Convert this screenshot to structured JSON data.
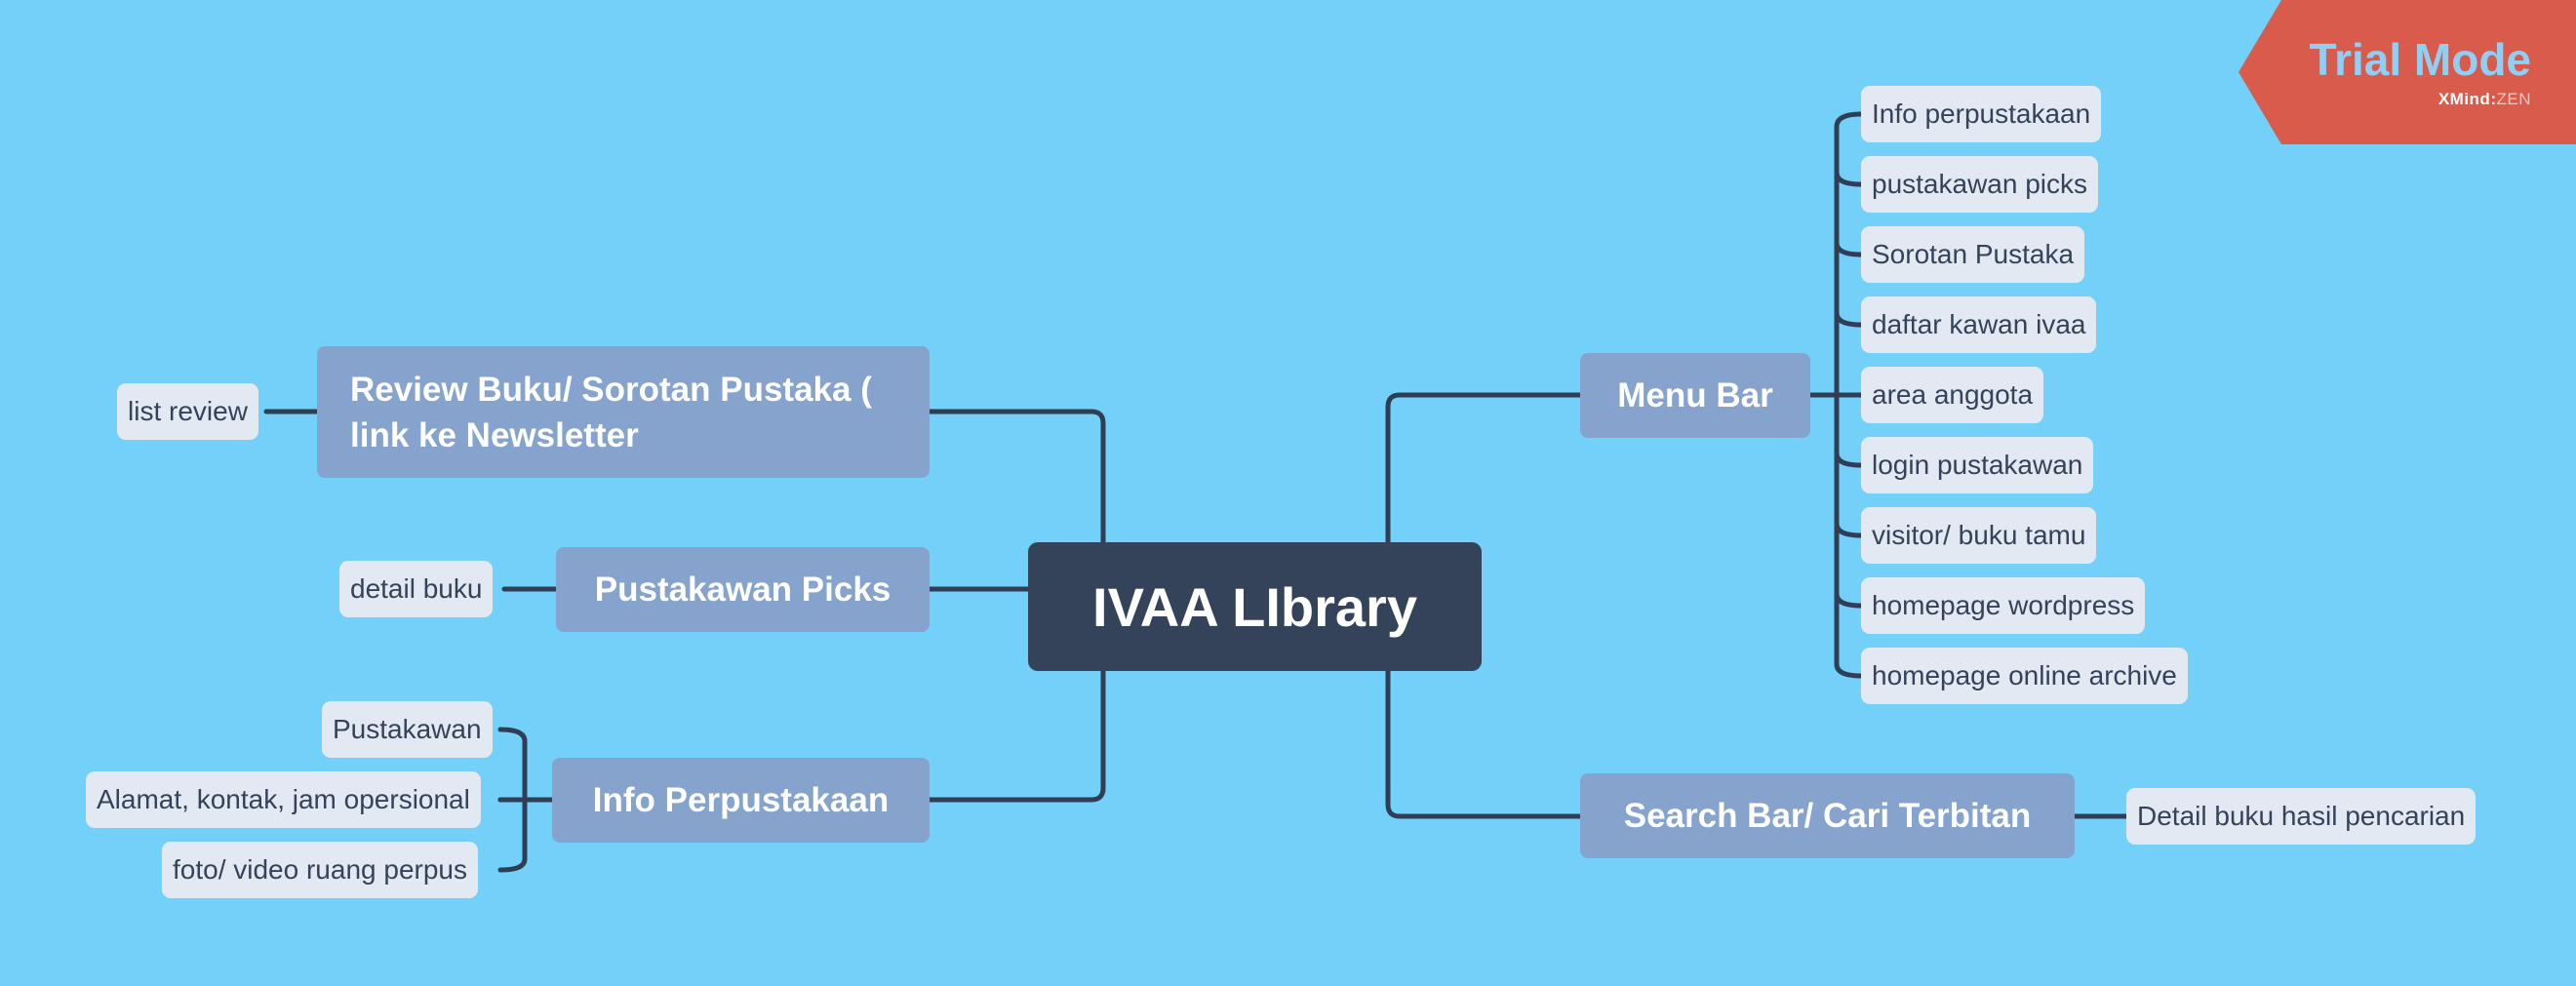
{
  "root": {
    "label": "IVAA LIbrary"
  },
  "branches": {
    "review": {
      "label": "Review Buku/ Sorotan Pustaka ( link ke Newsletter",
      "children": [
        "list review"
      ]
    },
    "picks": {
      "label": "Pustakawan Picks",
      "children": [
        "detail buku"
      ]
    },
    "info": {
      "label": "Info Perpustakaan",
      "children": [
        "Pustakawan",
        "Alamat, kontak, jam opersional",
        "foto/ video ruang perpus"
      ]
    },
    "menu": {
      "label": "Menu Bar",
      "children": [
        "Info perpustakaan",
        "pustakawan picks",
        "Sorotan Pustaka",
        "daftar kawan ivaa",
        "area anggota",
        "login pustakawan",
        "visitor/ buku tamu",
        "homepage wordpress",
        "homepage online archive"
      ]
    },
    "search": {
      "label": "Search Bar/ Cari Terbitan",
      "children": [
        "Detail buku hasil pencarian"
      ]
    }
  },
  "watermark": {
    "title": "Trial Mode",
    "brand": "XMind",
    "sep": ":",
    "edition": "ZEN"
  },
  "colors": {
    "background": "#73d0f8",
    "root": "#34435a",
    "branch": "#85a3cc",
    "leaf": "#e3e9f2",
    "line": "#2f3e55",
    "watermark": "#d95b4c"
  }
}
